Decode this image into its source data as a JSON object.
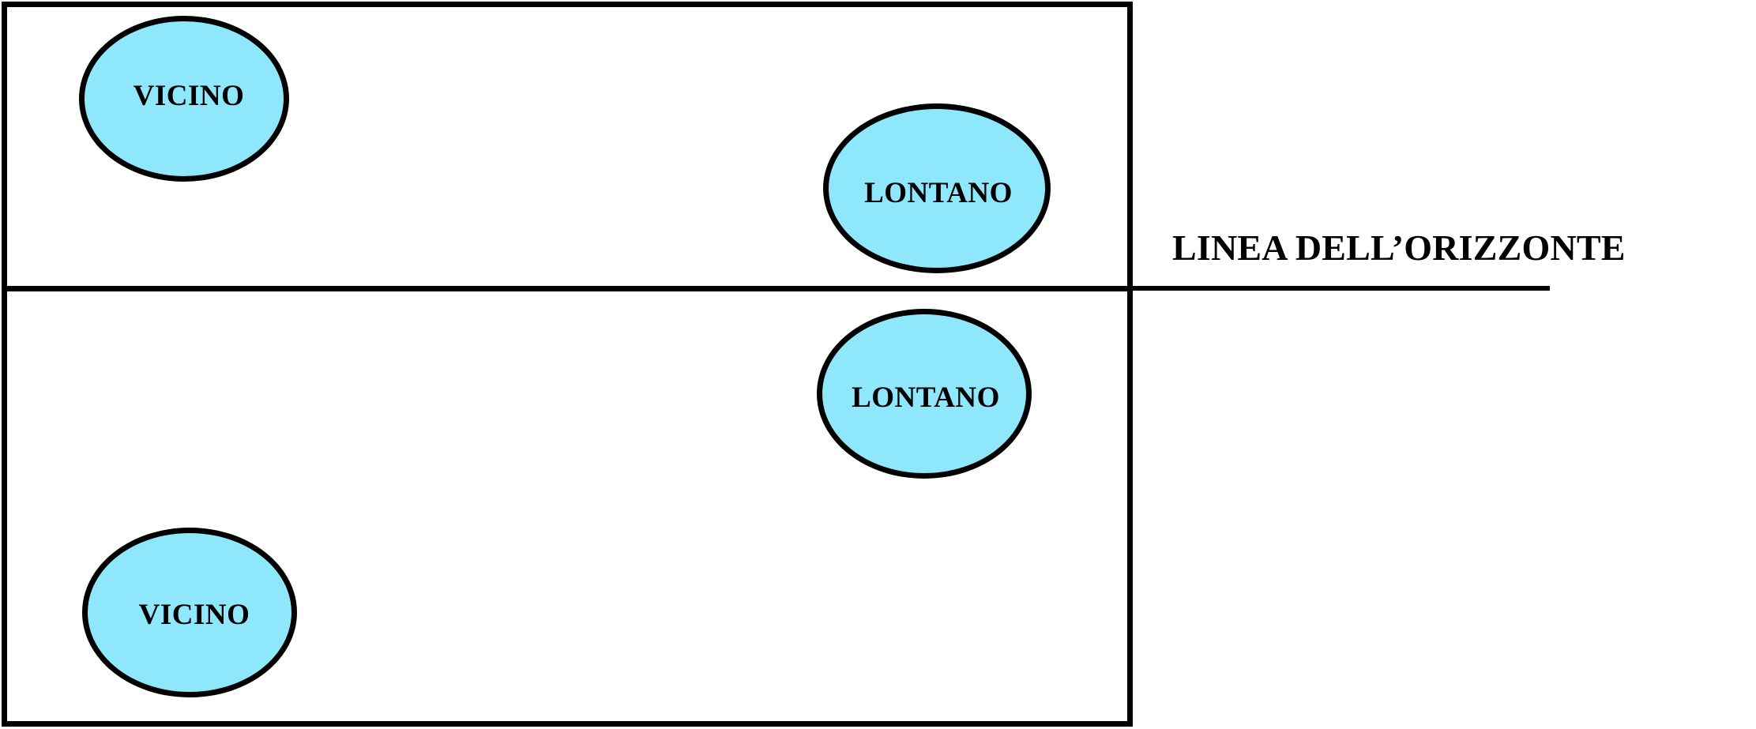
{
  "diagram": {
    "title": "Linea dell'orizzonte - vicino e lontano",
    "language": "it",
    "background_color": "#ffffff",
    "stroke_color": "#000000",
    "bubble_fill_color": "#8FE7FB",
    "panels": [
      {
        "id": "panel-top",
        "name": "riquadro-superiore"
      },
      {
        "id": "panel-bottom",
        "name": "riquadro-inferiore"
      }
    ],
    "horizon": {
      "label": "LINEA DELL’ORIZZONTE",
      "line_name": "horizon-line"
    },
    "bubbles": [
      {
        "id": "vicino-top",
        "label": "VICINO",
        "panel": "panel-top"
      },
      {
        "id": "lontano-top",
        "label": "LONTANO",
        "panel": "panel-top"
      },
      {
        "id": "lontano-bottom",
        "label": "LONTANO",
        "panel": "panel-bottom"
      },
      {
        "id": "vicino-bottom",
        "label": "VICINO",
        "panel": "panel-bottom"
      }
    ]
  }
}
